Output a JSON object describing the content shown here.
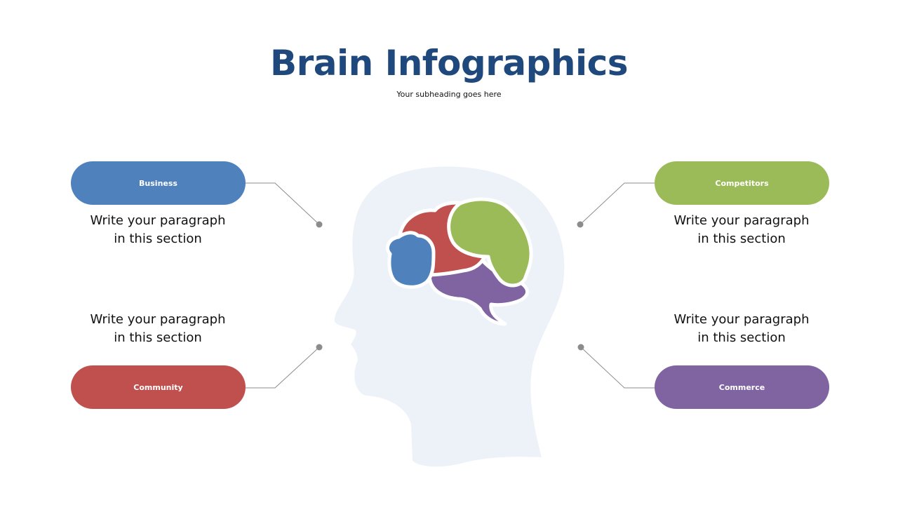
{
  "title": "Brain Infographics",
  "subtitle": "Your subheading goes here",
  "colors": {
    "title": "#1F497D",
    "head": "#EDF1F8",
    "connector": "#8C8C8C",
    "blue": "#4F81BD",
    "red": "#C0504D",
    "green": "#9BBB59",
    "purple": "#8064A2"
  },
  "sections": [
    {
      "label": "Business",
      "color": "#4F81BD",
      "paragraph": [
        "Write your paragraph",
        "in this section"
      ]
    },
    {
      "label": "Community",
      "color": "#C0504D",
      "paragraph": [
        "Write your paragraph",
        "in this section"
      ]
    },
    {
      "label": "Competitors",
      "color": "#9BBB59",
      "paragraph": [
        "Write your paragraph",
        "in this section"
      ]
    },
    {
      "label": "Commerce",
      "color": "#8064A2",
      "paragraph": [
        "Write your paragraph",
        "in this section"
      ]
    }
  ]
}
